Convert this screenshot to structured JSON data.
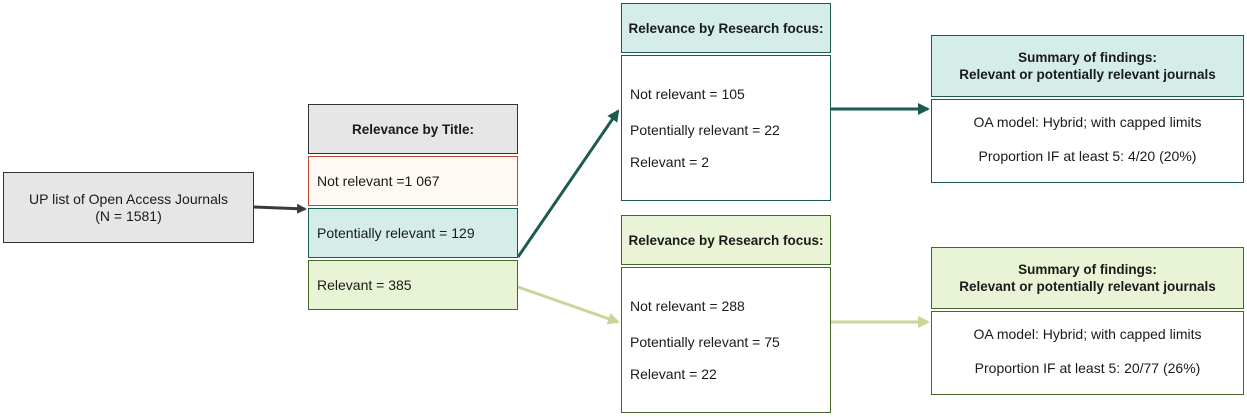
{
  "colors": {
    "dark_teal": "#1d5b50",
    "light_teal_fill": "#d4ede9",
    "dark_green": "#46672a",
    "light_green_fill": "#e9f4d6",
    "light_green_arrow": "#c7d79a",
    "gray_fill": "#e6e6e6",
    "red_border": "#b5482e",
    "cream_fill": "#fff9f4",
    "arrow_dark": "#3a3a3a"
  },
  "start": {
    "line1": "UP list of Open Access Journals",
    "line2": "(N = 1581)"
  },
  "title_stage": {
    "header": "Relevance by Title:",
    "not_relevant": "Not relevant =1 067",
    "potentially_relevant": "Potentially relevant = 129",
    "relevant": "Relevant = 385"
  },
  "research_focus_top": {
    "header": "Relevance by Research focus:",
    "not_relevant": "Not relevant = 105",
    "potentially_relevant": "Potentially relevant = 22",
    "relevant": "Relevant = 2"
  },
  "research_focus_bottom": {
    "header": "Relevance by Research focus:",
    "not_relevant": "Not relevant = 288",
    "potentially_relevant": "Potentially relevant = 75",
    "relevant": "Relevant = 22"
  },
  "summary_top": {
    "header_line1": "Summary of findings:",
    "header_line2": "Relevant or potentially relevant  journals",
    "oa_model": "OA model: Hybrid; with capped limits",
    "proportion": "Proportion IF at least 5: 4/20 (20%)"
  },
  "summary_bottom": {
    "header_line1": "Summary of findings:",
    "header_line2": "Relevant or potentially relevant  journals",
    "oa_model": "OA model: Hybrid; with capped limits",
    "proportion": "Proportion IF at least 5: 20/77 (26%)"
  }
}
